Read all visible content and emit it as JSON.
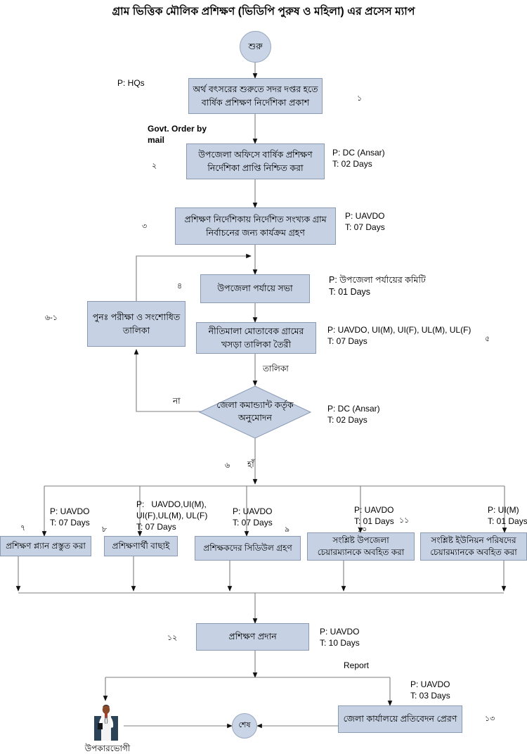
{
  "title": "গ্রাম ভিত্তিক মৌলিক প্রশিক্ষণ (ভিডিপি পুরুষ ও মহিলা) এর প্রসেস ম্যাপ",
  "colors": {
    "node_fill": "#c6d2e3",
    "node_border": "#8a9ab5",
    "connector": "#7f7f7f",
    "text": "#000000",
    "page_background": "#ffffff"
  },
  "nodes": {
    "start": {
      "label": "শুরু",
      "shape": "ellipse"
    },
    "end": {
      "label": "শেষ",
      "shape": "circle"
    },
    "step1": {
      "label": "অর্থ বৎসরের শুরুতে সদর দপ্তর হতে বার্ষিক প্রশিক্ষণ নির্দেশিকা প্রকাশ",
      "number": "১"
    },
    "step2": {
      "label": "উপজেলা অফিসে বার্ষিক প্রশিক্ষণ নির্দেশিকা প্রাপ্তি নিশ্চিত করা",
      "number": "২"
    },
    "step3": {
      "label": "প্রশিক্ষণ নির্দেশিকায় নির্দেশিত সংখ্যক গ্রাম নির্বাচনের জন্য কার্যক্রম গ্রহণ",
      "number": "৩"
    },
    "step4": {
      "label": "উপজেলা পর্যায়ে  সভা",
      "number": "৪"
    },
    "step5": {
      "label": "নীতিমালা মোতাবেক গ্রামের খসড়া তালিকা তৈরী",
      "number": "৫"
    },
    "step6_1": {
      "label": "পুনঃ পরীক্ষা ও সংশোধিত তালিকা",
      "number": "৬-১"
    },
    "decision6": {
      "label": "জেলা কমান্ড্যান্ট কর্তৃক অনুমোদন",
      "number": "৬",
      "shape": "diamond"
    },
    "step7": {
      "label": "প্রশিক্ষণ প্ল্যান প্রস্তুত করা",
      "number": "৭"
    },
    "step8": {
      "label": "প্রশিক্ষণার্থী বাছাই",
      "number": "৮"
    },
    "step9": {
      "label": "প্রশিক্ষকদের সিডিউল গ্রহণ",
      "number": "৯"
    },
    "step10": {
      "label": "সংশ্লিষ্ট উপজেলা চেয়ারম্যানকে অবহিত করা",
      "number": "১০"
    },
    "step11": {
      "label": "সংশ্লিষ্ট ইউনিয়ন পরিষদের চেয়ারম্যানকে অবহিত করা",
      "number": "১১"
    },
    "step12": {
      "label": "প্রশিক্ষণ প্রদান",
      "number": "১২"
    },
    "step13": {
      "label": "জেলা কার্যালয়ে প্রতিবেদন প্রেরণ",
      "number": "১৩"
    },
    "beneficiary": {
      "label": "উপকারভোগী",
      "shape": "clipart-person"
    }
  },
  "annotations": {
    "a_hqs": "P: HQs",
    "a_govt_order": "Govt. Order by\nmail",
    "a_dc_ansar_1": "P: DC (Ansar)\nT: 02 Days",
    "a_uavdo_3": "P: UAVDO\nT: 07 Days",
    "a_committee_4": "P: উপজেলা পর্যায়ের কমিটি\nT: 01 Days",
    "a_uavdo_ui_5": "P: UAVDO, UI(M), UI(F), UL(M), UL(F)\nT: 07 Days",
    "a_dc_ansar_6": "P: DC (Ansar)\nT: 02 Days",
    "a_uavdo_7": "P: UAVDO\nT: 07 Days",
    "a_uavdo_ui_8": "P:   UAVDO,UI(M),\nUI(F),UL(M), UL(F)\nT: 07 Days",
    "a_uavdo_9": "P: UAVDO\nT: 07 Days",
    "a_uavdo_10": "P: UAVDO\nT: 01 Days",
    "a_uim_11": "P: UI(M)\nT: 01 Days",
    "a_uavdo_12": "P: UAVDO\nT: 10 Days",
    "a_uavdo_13": "P: UAVDO\nT: 03 Days"
  },
  "edge_labels": {
    "list": "তালিকা",
    "no": "না",
    "yes": "হাঁ",
    "report": "Report"
  }
}
